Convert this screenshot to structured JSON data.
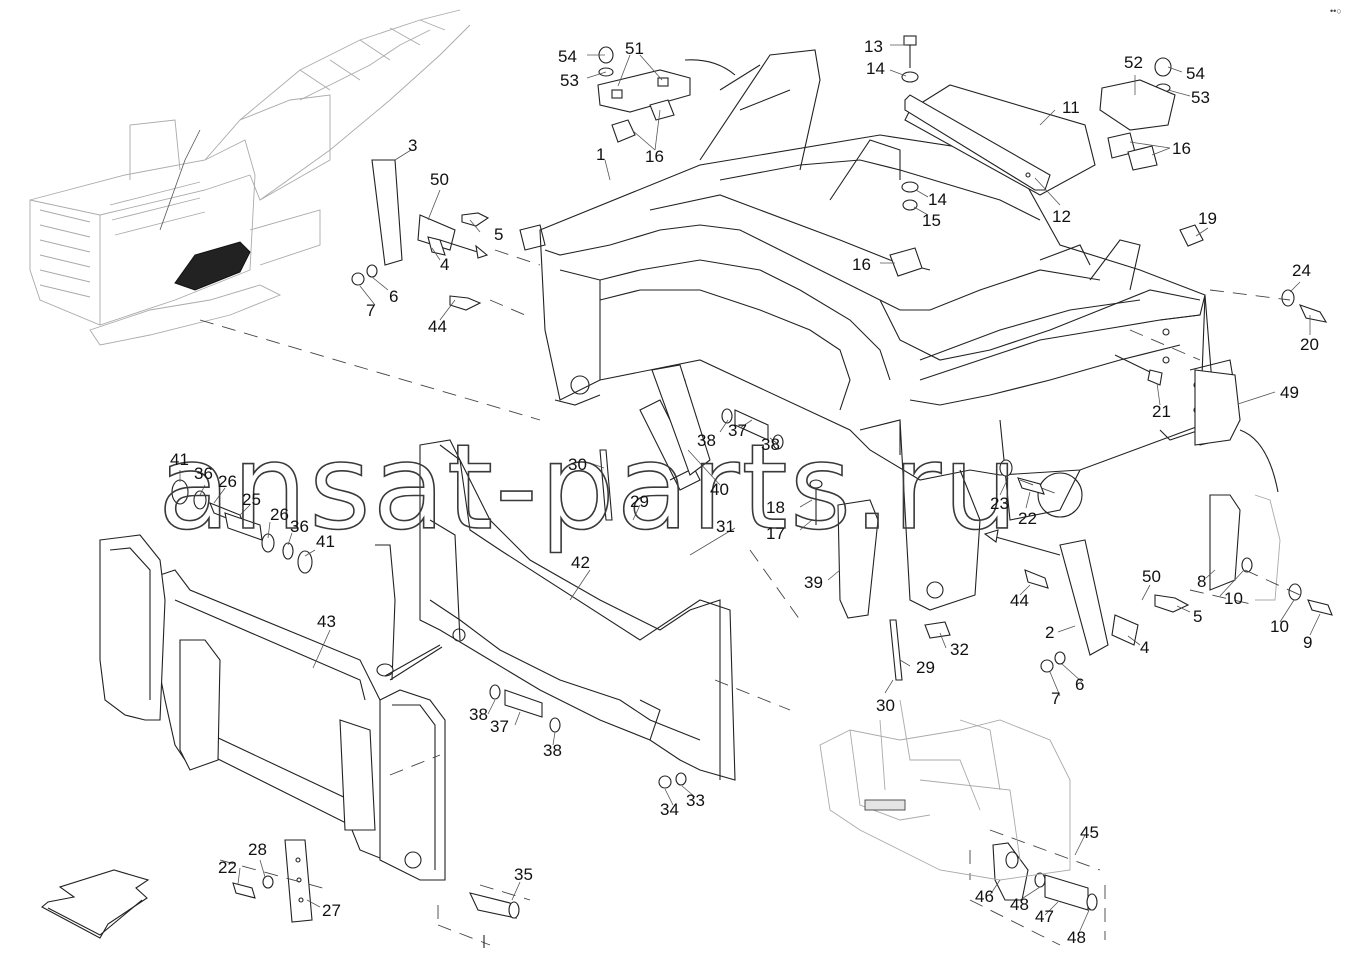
{
  "corner_mark": "••○",
  "watermark": "ansat-parts.ru",
  "labels": [
    {
      "id": "l54a",
      "text": "54"
    },
    {
      "id": "l53a",
      "text": "53"
    },
    {
      "id": "l51",
      "text": "51"
    },
    {
      "id": "l16a",
      "text": "16"
    },
    {
      "id": "l1",
      "text": "1"
    },
    {
      "id": "l3",
      "text": "3"
    },
    {
      "id": "l50a",
      "text": "50"
    },
    {
      "id": "l5a",
      "text": "5"
    },
    {
      "id": "l4a",
      "text": "4"
    },
    {
      "id": "l6a",
      "text": "6"
    },
    {
      "id": "l7a",
      "text": "7"
    },
    {
      "id": "l44a",
      "text": "44"
    },
    {
      "id": "l13",
      "text": "13"
    },
    {
      "id": "l14a",
      "text": "14"
    },
    {
      "id": "l11",
      "text": "11"
    },
    {
      "id": "l14b",
      "text": "14"
    },
    {
      "id": "l15",
      "text": "15"
    },
    {
      "id": "l12",
      "text": "12"
    },
    {
      "id": "l16b",
      "text": "16"
    },
    {
      "id": "l52",
      "text": "52"
    },
    {
      "id": "l54b",
      "text": "54"
    },
    {
      "id": "l53b",
      "text": "53"
    },
    {
      "id": "l16c",
      "text": "16"
    },
    {
      "id": "l19",
      "text": "19"
    },
    {
      "id": "l24",
      "text": "24"
    },
    {
      "id": "l20",
      "text": "20"
    },
    {
      "id": "l21",
      "text": "21"
    },
    {
      "id": "l49",
      "text": "49"
    },
    {
      "id": "l38a",
      "text": "38"
    },
    {
      "id": "l37a",
      "text": "37"
    },
    {
      "id": "l38b",
      "text": "38"
    },
    {
      "id": "l41a",
      "text": "41"
    },
    {
      "id": "l36a",
      "text": "36"
    },
    {
      "id": "l26a",
      "text": "26"
    },
    {
      "id": "l25",
      "text": "25"
    },
    {
      "id": "l26b",
      "text": "26"
    },
    {
      "id": "l36b",
      "text": "36"
    },
    {
      "id": "l41b",
      "text": "41"
    },
    {
      "id": "l30a",
      "text": "30"
    },
    {
      "id": "l29a",
      "text": "29"
    },
    {
      "id": "l40",
      "text": "40"
    },
    {
      "id": "l18",
      "text": "18"
    },
    {
      "id": "l17",
      "text": "17"
    },
    {
      "id": "l23",
      "text": "23"
    },
    {
      "id": "l22a",
      "text": "22"
    },
    {
      "id": "l31",
      "text": "31"
    },
    {
      "id": "l42",
      "text": "42"
    },
    {
      "id": "l39",
      "text": "39"
    },
    {
      "id": "l44b",
      "text": "44"
    },
    {
      "id": "l50b",
      "text": "50"
    },
    {
      "id": "l8",
      "text": "8"
    },
    {
      "id": "l10a",
      "text": "10"
    },
    {
      "id": "l5b",
      "text": "5"
    },
    {
      "id": "l10b",
      "text": "10"
    },
    {
      "id": "l9",
      "text": "9"
    },
    {
      "id": "l2",
      "text": "2"
    },
    {
      "id": "l4b",
      "text": "4"
    },
    {
      "id": "l6b",
      "text": "6"
    },
    {
      "id": "l7b",
      "text": "7"
    },
    {
      "id": "l32",
      "text": "32"
    },
    {
      "id": "l29b",
      "text": "29"
    },
    {
      "id": "l30b",
      "text": "30"
    },
    {
      "id": "l43",
      "text": "43"
    },
    {
      "id": "l38c",
      "text": "38"
    },
    {
      "id": "l37b",
      "text": "37"
    },
    {
      "id": "l38d",
      "text": "38"
    },
    {
      "id": "l34",
      "text": "34"
    },
    {
      "id": "l33",
      "text": "33"
    },
    {
      "id": "l22b",
      "text": "22"
    },
    {
      "id": "l28",
      "text": "28"
    },
    {
      "id": "l27",
      "text": "27"
    },
    {
      "id": "l35",
      "text": "35"
    },
    {
      "id": "l45",
      "text": "45"
    },
    {
      "id": "l46",
      "text": "46"
    },
    {
      "id": "l48a",
      "text": "48"
    },
    {
      "id": "l47",
      "text": "47"
    },
    {
      "id": "l48b",
      "text": "48"
    }
  ]
}
